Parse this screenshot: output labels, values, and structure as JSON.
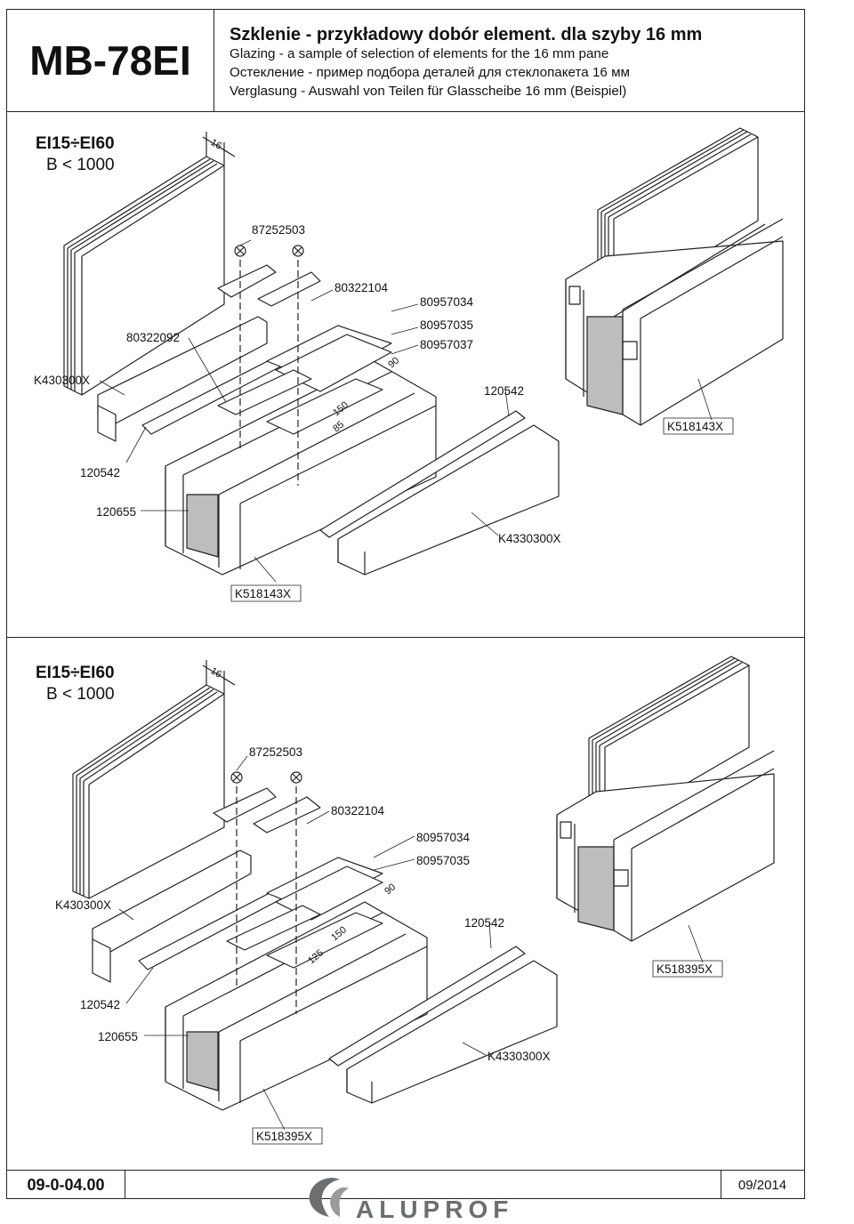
{
  "header": {
    "model": "MB-78EI",
    "title": "Szklenie - przykładowy dobór element. dla szyby 16 mm",
    "subtitle_en": "Glazing - a sample of selection of elements for the 16 mm pane",
    "subtitle_ru": "Остекление - пример подбора деталей для стеклопакета 16 мм",
    "subtitle_de": "Verglasung - Auswahl von Teilen für Glasscheibe 16 mm (Beispiel)"
  },
  "section1": {
    "class_label": "EI15÷EI60",
    "size_label": "B < 1000",
    "glass_thickness": "16",
    "callouts": {
      "screw": "87252503",
      "bracket": "80322104",
      "block_a": "80957034",
      "block_b": "80957035",
      "block_c": "80957037",
      "bead_profile": "80322092",
      "bead": "K430300X",
      "gasket_top": "120542",
      "gasket_left": "120542",
      "seal": "120655",
      "frame_right": "K518143X",
      "frame_bottom": "K518143X",
      "bead_bottom": "K4330300X"
    },
    "dims": {
      "d90": "90",
      "d150": "150",
      "d85": "85"
    }
  },
  "section2": {
    "class_label": "EI15÷EI60",
    "size_label": "B < 1000",
    "glass_thickness": "16",
    "callouts": {
      "screw": "87252503",
      "bracket": "80322104",
      "block_a": "80957034",
      "block_b": "80957035",
      "bead": "K430300X",
      "gasket_top": "120542",
      "gasket_left": "120542",
      "seal": "120655",
      "frame_right": "K518395X",
      "frame_bottom": "K518395X",
      "bead_bottom": "K4330300X"
    },
    "dims": {
      "d90": "90",
      "d150": "150",
      "d125": "125"
    }
  },
  "footer": {
    "doc_code": "09-0-04.00",
    "date": "09/2014",
    "brand": "ALUPROF"
  },
  "colors": {
    "line": "#222222",
    "foam": "#bdbdbd",
    "logo_grey": "#6d6e70"
  }
}
